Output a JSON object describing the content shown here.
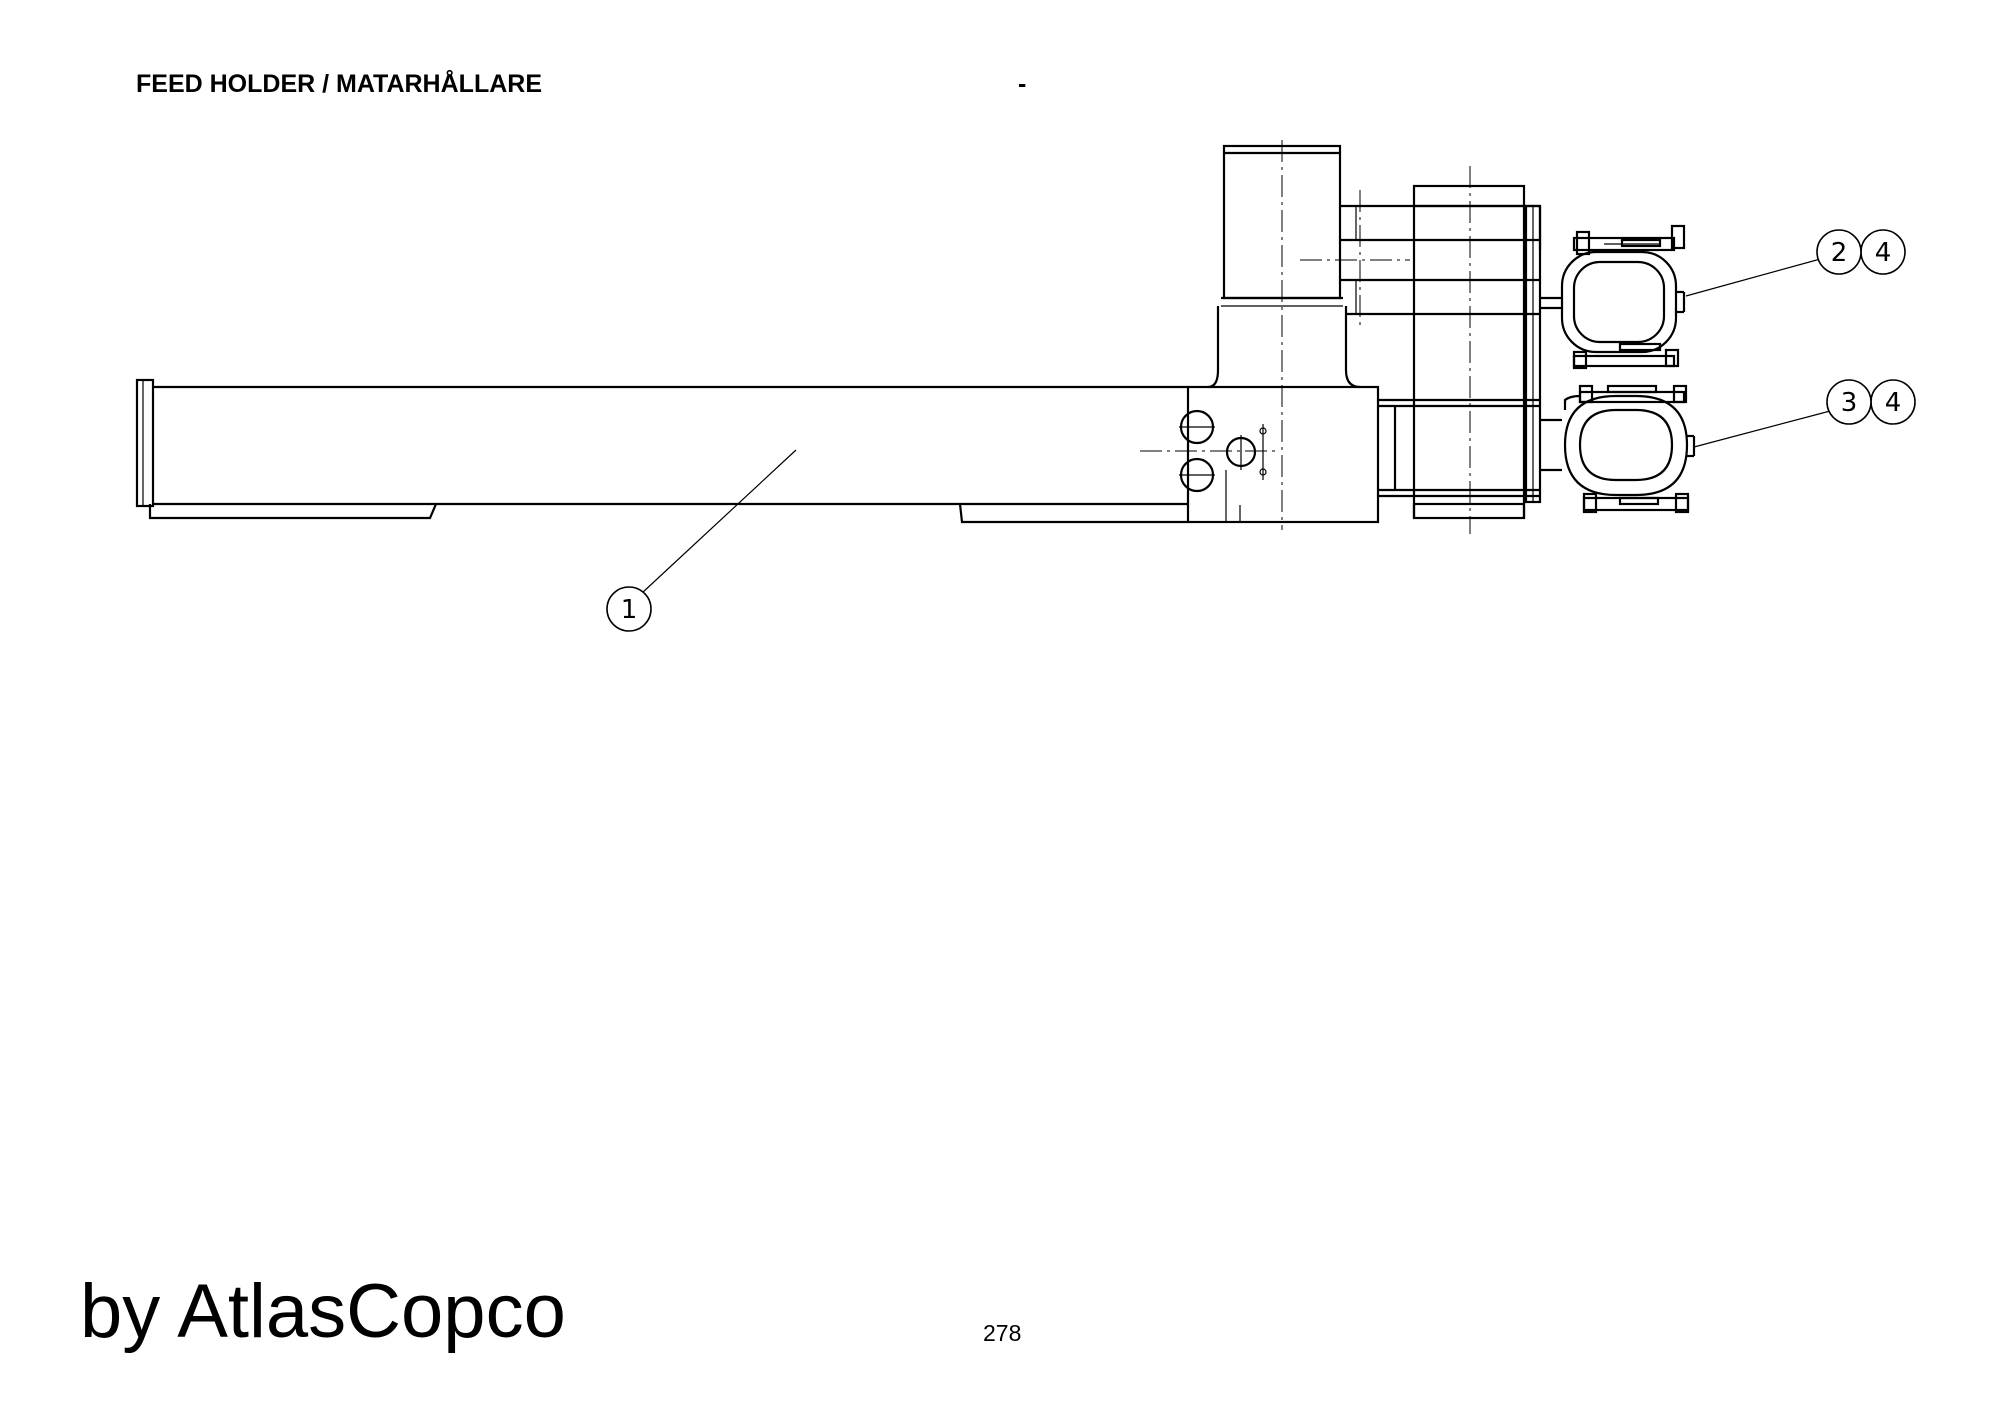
{
  "header": {
    "title": "FEED HOLDER / MATARHÅLLARE",
    "dash": "-"
  },
  "callouts": {
    "c1": "1",
    "c2": "2",
    "c3": "3",
    "c4a": "4",
    "c4b": "4"
  },
  "footer": {
    "brand": "by AtlasCopco",
    "page_number": "278"
  }
}
